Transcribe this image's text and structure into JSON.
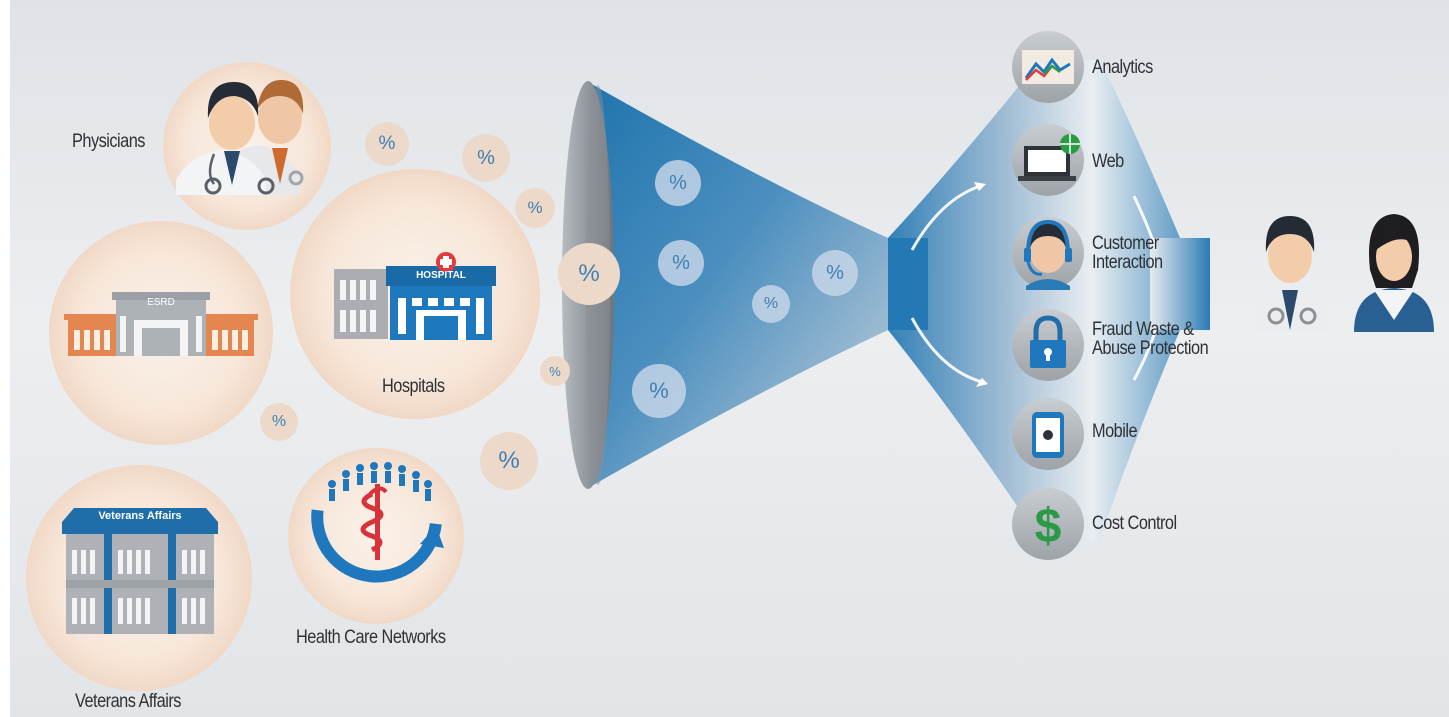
{
  "sources": {
    "physicians": "Physicians",
    "esrd_sign": "ESRD",
    "hospital_sign": "HOSPITAL",
    "hospitals": "Hospitals",
    "veterans_sign": "Veterans Affairs",
    "veterans": "Veterans Affairs",
    "networks": "Health Care Networks"
  },
  "percent_symbol": "%",
  "outputs": [
    {
      "label": "Analytics",
      "icon": "analytics-chart-icon"
    },
    {
      "label": "Web",
      "icon": "laptop-globe-icon"
    },
    {
      "label": "Customer\nInteraction",
      "icon": "headset-agent-icon"
    },
    {
      "label": "Fraud Waste &\nAbuse Protection",
      "icon": "padlock-icon"
    },
    {
      "label": "Mobile",
      "icon": "tablet-icon"
    },
    {
      "label": "Cost Control",
      "icon": "dollar-sign-icon"
    }
  ],
  "colors": {
    "peach_circle": "#f6e4d6",
    "funnel_blue": "#2479b4",
    "output_orange": "#e57f47",
    "building_gray": "#a9adb1",
    "hospital_blue": "#1e79bf",
    "cross_red": "#e2373f",
    "dollar_green": "#2b9a47"
  }
}
